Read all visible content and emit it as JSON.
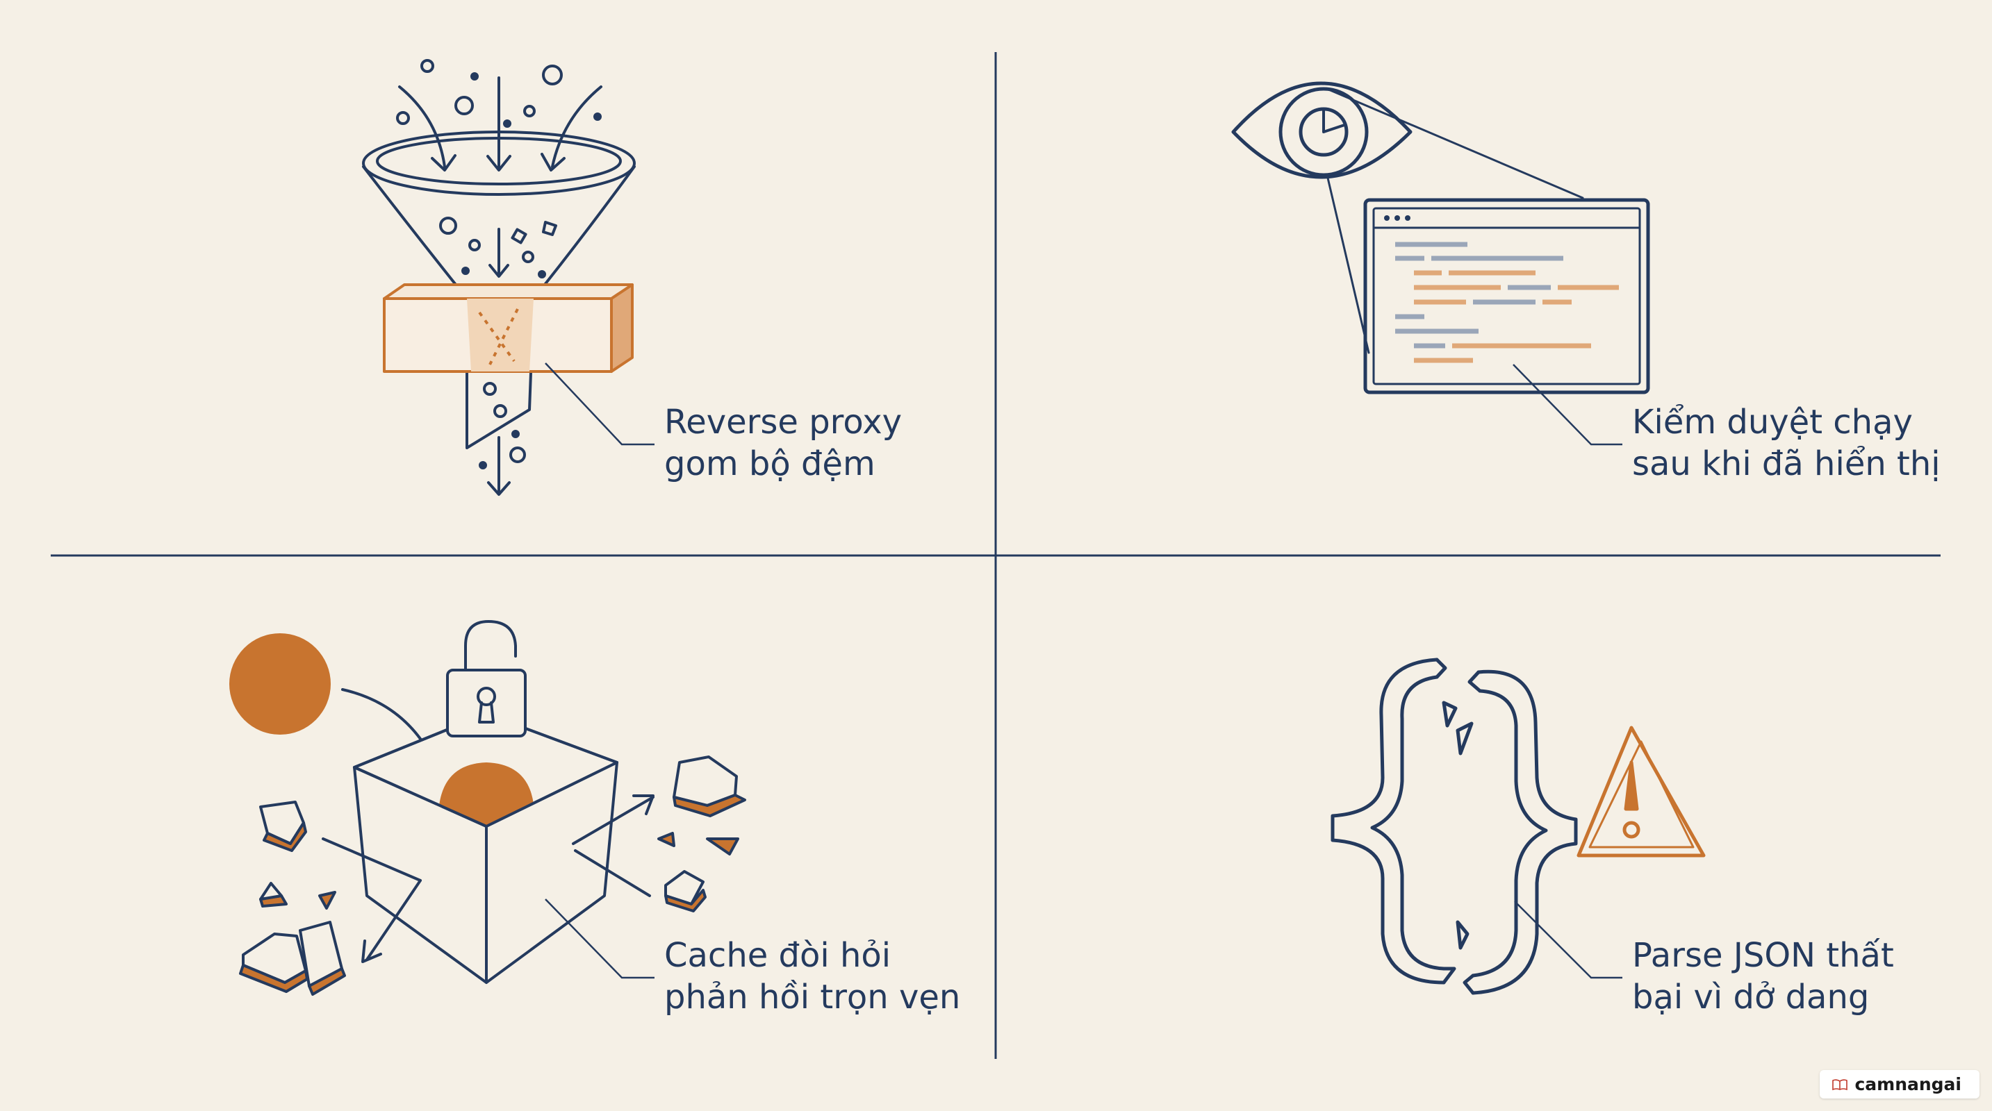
{
  "colors": {
    "background": "#f5f0e6",
    "ink": "#243a5e",
    "accent": "#c8742f"
  },
  "panels": [
    {
      "id": "tl",
      "icon": "funnel-buffer-icon",
      "lines": [
        "Reverse proxy",
        "gom bộ đệm"
      ]
    },
    {
      "id": "tr",
      "icon": "eye-monitor-icon",
      "lines": [
        "Kiểm duyệt chạy",
        "sau khi đã hiển thị"
      ]
    },
    {
      "id": "bl",
      "icon": "unlocked-box-icon",
      "lines": [
        "Cache đòi hỏi",
        "phản hồi trọn vẹn"
      ]
    },
    {
      "id": "br",
      "icon": "broken-braces-warning-icon",
      "lines": [
        "Parse JSON thất",
        "bại vì dở dang"
      ]
    }
  ],
  "watermark": {
    "icon": "book-icon",
    "text": "camnangai"
  }
}
